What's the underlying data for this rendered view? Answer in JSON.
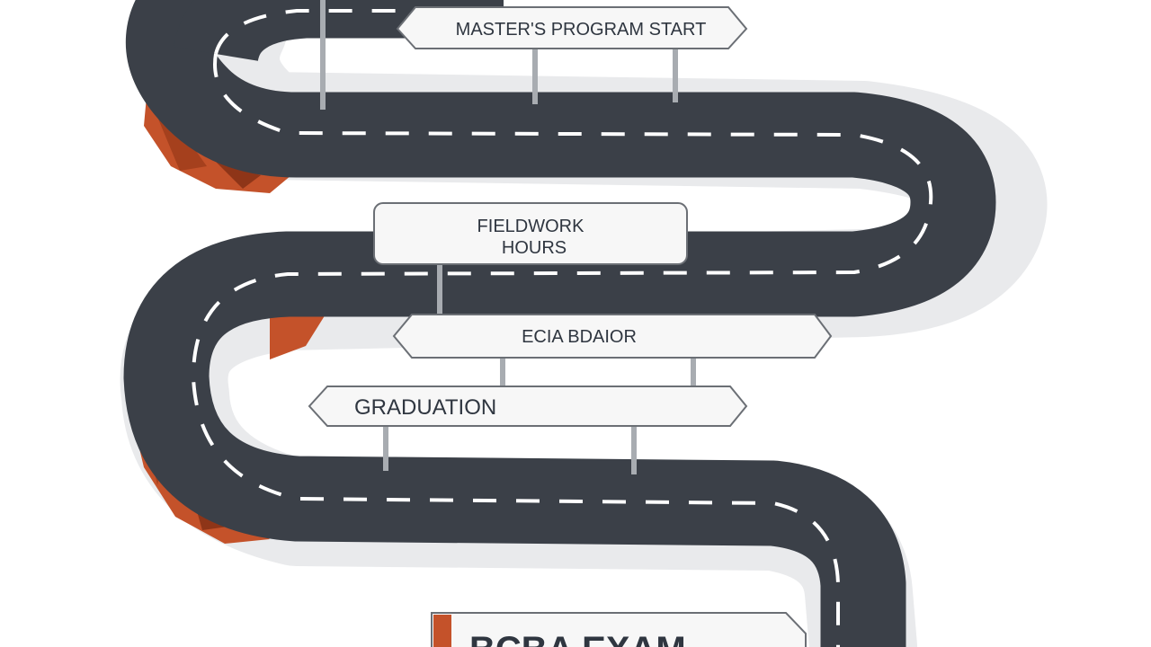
{
  "signs": {
    "masters_program_start": "MASTER'S PROGRAM START",
    "fieldwork_hours_line1": "FIELDWORK",
    "fieldwork_hours_line2": "HOURS",
    "ecia_bdaior": "ECIA BDAIOR",
    "graduation": "GRADUATION",
    "bcba_exam": "BCBA EXAM"
  },
  "colors": {
    "road": "#3b4048",
    "road_edge": "#2c3037",
    "lane_marking": "#ffffff",
    "rock": "#c4522a",
    "rock_dark": "#8e3518",
    "sign_fill": "#f7f7f7",
    "sign_border": "#6b6f75",
    "post": "#a8acb1",
    "exam_accent": "#c4522a"
  },
  "icons": {
    "road": "winding-road-icon",
    "rock": "rock-cliff-icon"
  }
}
